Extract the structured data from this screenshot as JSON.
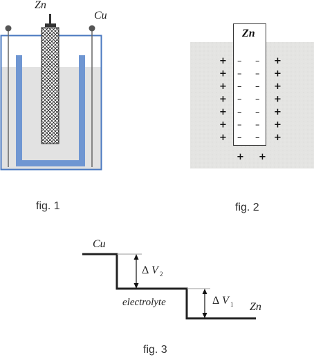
{
  "fig1": {
    "zn_label": "Zn",
    "cu_label": "Cu",
    "caption": "fig. 1"
  },
  "fig2": {
    "zn_label": "Zn",
    "caption": "fig. 2",
    "plus": "+",
    "minus": "–",
    "rows": 7
  },
  "fig3": {
    "cu_label": "Cu",
    "zn_label": "Zn",
    "electrolyte_label": "electrolyte",
    "dv2_delta": "Δ",
    "dv2_symbol": "V",
    "dv2_sub": "2",
    "dv1_delta": "Δ",
    "dv1_symbol": "V",
    "dv1_sub": "1",
    "caption": "fig. 3"
  },
  "colors": {
    "vessel": "#4a78c0",
    "liquid": "#e2e2e2",
    "copper": "#7fa2d6",
    "wire": "#555555"
  }
}
